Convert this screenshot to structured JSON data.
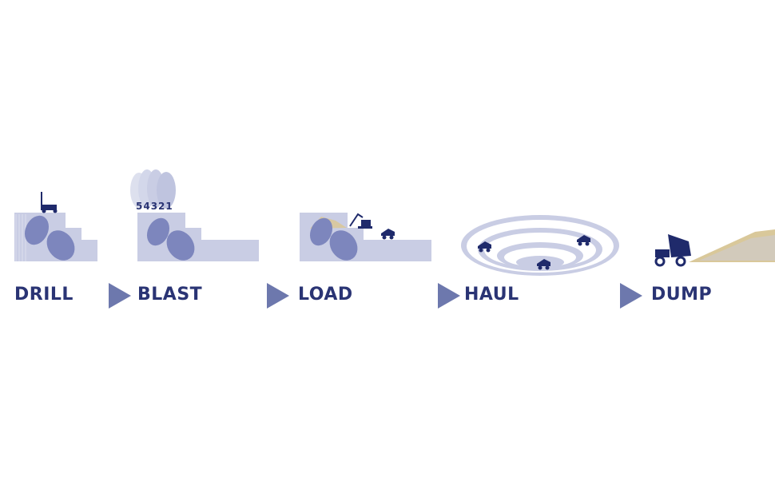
{
  "steps": [
    {
      "id": "drill",
      "label": "DRILL"
    },
    {
      "id": "blast",
      "label": "BLAST",
      "countdown": "54321"
    },
    {
      "id": "load",
      "label": "LOAD"
    },
    {
      "id": "haul",
      "label": "HAUL"
    },
    {
      "id": "dump",
      "label": "DUMP"
    }
  ],
  "colors": {
    "ground": "#c9cde4",
    "ground_light": "#dde0ee",
    "rock": "#7d86bd",
    "machine": "#1f2a6b",
    "arrow": "#6d78ad",
    "label": "#2a3474",
    "gravel": "#d9c89a"
  }
}
